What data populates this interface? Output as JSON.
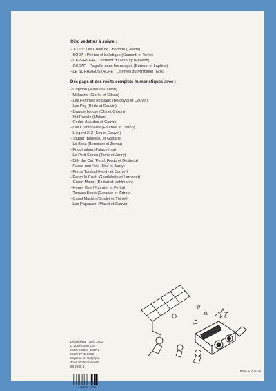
{
  "section1": {
    "heading": "Cinq vedettes à suivre :",
    "items": [
      "- JOJO : Les Choix de Charlotte (Geerts)",
      "- SODA : Prières et balistique (Gazzotti et Tome)",
      "- L'ÉPERVIER : Le trésor du Mahury (Pellerin)",
      "- OSCAR : Pagaille dans les nuages (Durieux et Lapière)",
      "- LE SCRAMEUSTACHE : Le réveil du Mirmidon (Gos)"
    ]
  },
  "section2": {
    "heading": "Des gags et des récits complets humoristiques avec :",
    "items": [
      "- Cupidon (Malik et Cauvin)",
      "- Mélusine (Clarke et Gilson)",
      "- Les Femmes en Blanc (Bercovici et Cauvin)",
      "- Les Psy (Bédu et Cauvin)",
      "- Garage Isidore (Olis et Gilson)",
      "- Kid Paddle (Midam)",
      "- Cédric (Laudec et Cauvin)",
      "- Les Crannibales (Fournier et Zidrou)",
      "- L'Agent 212 (Kox et Cauvin)",
      "- Toupet (Blesteau et Godard)",
      "- La Boss (Bercovici et Zidrou)",
      "- Puddingham Palace (Isa)",
      "- Le Petit Spirou (Tome et Janry)",
      "- Billy the Cat (Peral, Fredo et Desberg)",
      "- Passe-moi l'ciel (Stuf et Janry)",
      "- Pierre Tombal (Hardy et Cauvin)",
      "- Pedro le Coati (Gaudelette et Larcenet)",
      "- Green Manor (Bodart et Vehlmann)",
      "- Honey Bee (Fournier et Ferlut)",
      "- Tamara Bouia (Darasse et Zidrou)",
      "- Canal Machin (Goulet et Thiriet)",
      "- Les Paparazzi (Mazel et Cauvin)"
    ]
  },
  "colophon": [
    "Dépôt légal : août 2002",
    "D.2002/0089/116",
    "ISBN 2-8001-3227-2",
    "ISSN 0771-9663",
    "Imprimé en Belgique.",
    "Tous droits réservés.",
    "68 2265 4"
  ],
  "barcode_number": "9 782800 132273",
  "credit": "Malik et Cauvin",
  "colors": {
    "border": "#5a8fc4",
    "page": "#f4f3ee"
  }
}
